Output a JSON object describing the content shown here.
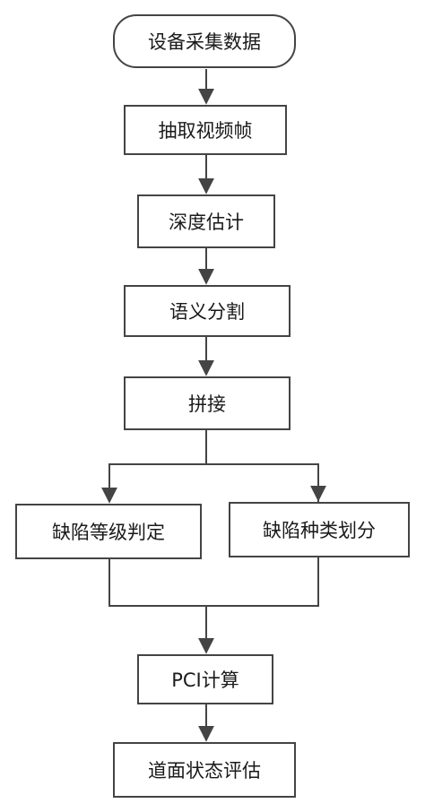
{
  "flowchart": {
    "nodes": {
      "collect": "设备采集数据",
      "extract": "抽取视频帧",
      "depth": "深度估计",
      "segment": "语义分割",
      "stitch": "拼接",
      "defect_level": "缺陷等级判定",
      "defect_type": "缺陷种类划分",
      "pci": "PCI计算",
      "evaluate": "道面状态评估"
    },
    "edges": [
      [
        "collect",
        "extract"
      ],
      [
        "extract",
        "depth"
      ],
      [
        "depth",
        "segment"
      ],
      [
        "segment",
        "stitch"
      ],
      [
        "stitch",
        "defect_level"
      ],
      [
        "stitch",
        "defect_type"
      ],
      [
        "defect_level",
        "pci"
      ],
      [
        "defect_type",
        "pci"
      ],
      [
        "pci",
        "evaluate"
      ]
    ]
  }
}
